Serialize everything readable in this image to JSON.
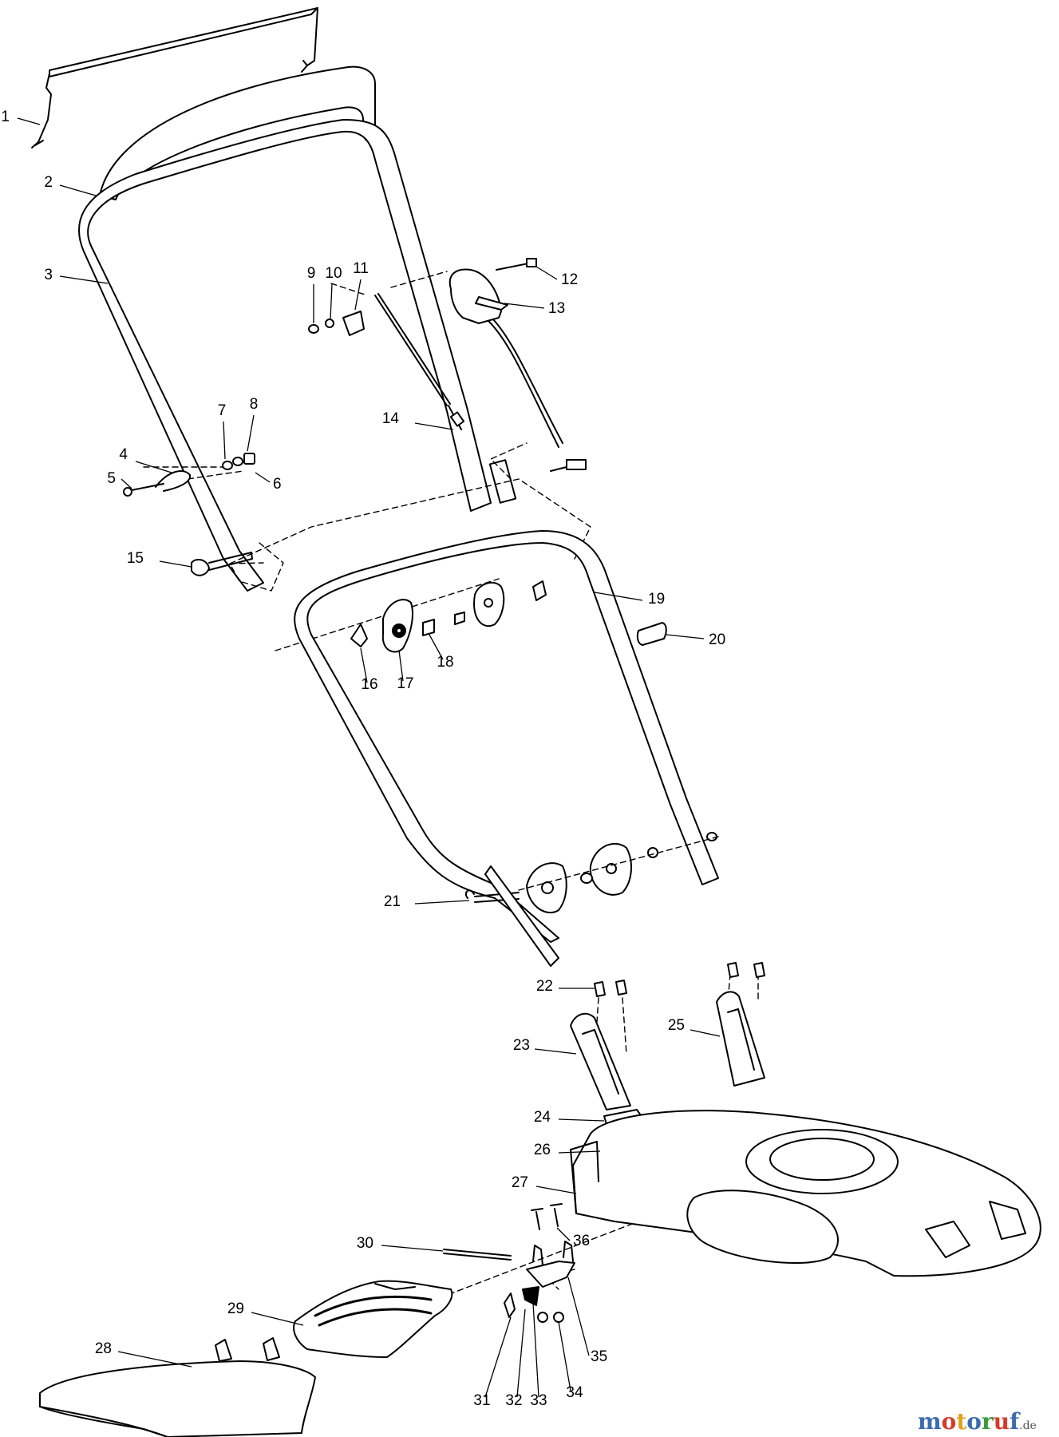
{
  "labels": [
    "1",
    "2",
    "3",
    "4",
    "5",
    "6",
    "7",
    "8",
    "9",
    "10",
    "11",
    "12",
    "13",
    "14",
    "15",
    "16",
    "17",
    "18",
    "19",
    "20",
    "21",
    "22",
    "23",
    "24",
    "25",
    "26",
    "27",
    "28",
    "29",
    "30",
    "31",
    "32",
    "33",
    "34",
    "35",
    "36"
  ],
  "watermark": {
    "letters": [
      "m",
      "o",
      "t",
      "o",
      "r",
      "u",
      "f"
    ],
    "letter_colors": [
      "#3a6bb0",
      "#d43c2a",
      "#e2a21a",
      "#3a6bb0",
      "#3f9a3a",
      "#d43c2a",
      "#3a6bb0"
    ],
    "suffix": ".de"
  }
}
